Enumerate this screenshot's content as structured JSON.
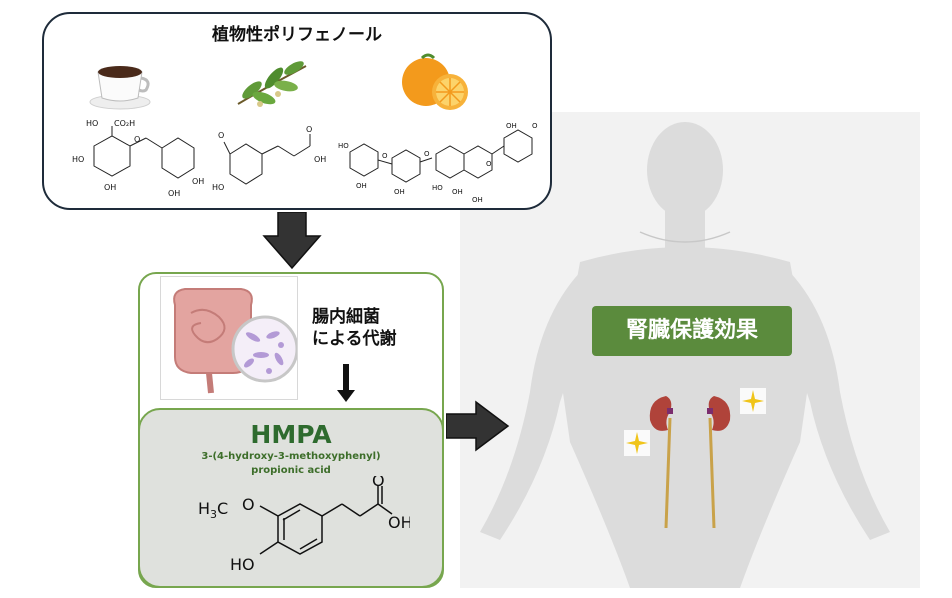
{
  "sources": {
    "title": "植物性ポリフェノール",
    "items": [
      {
        "name": "coffee",
        "icon": "coffee-cup-icon",
        "structure_labels": [
          "HO",
          "CO₂H",
          "O",
          "HO",
          "OH",
          "OH",
          "OH"
        ]
      },
      {
        "name": "tea-leaves",
        "icon": "leaf-branch-icon",
        "structure_labels": [
          "O",
          "HO",
          "OH",
          "O"
        ]
      },
      {
        "name": "orange",
        "icon": "orange-fruit-icon",
        "structure_labels": [
          "HO",
          "OH",
          "O",
          "OH",
          "O",
          "O",
          "OH",
          "HO",
          "OH",
          "OH",
          "O"
        ]
      }
    ]
  },
  "metabolism": {
    "label_line1": "腸内細菌",
    "label_line2": "による代謝"
  },
  "product": {
    "name": "HMPA",
    "fullname_line1": "3-(4-hydroxy-3-methoxyphenyl)",
    "fullname_line2": "propionic acid",
    "structure": {
      "methoxy": "H3C",
      "o_bridge": "O",
      "hydroxyl": "HO",
      "carbonyl_o": "O",
      "acid_oh": "OH"
    }
  },
  "effect": {
    "label": "腎臓保護効果"
  },
  "colors": {
    "dark_border": "#1e2b3a",
    "green_border": "#77a64e",
    "hmpa_fill": "#dfe1dd",
    "hmpa_text": "#2e6b2e",
    "badge": "#5b8b3d",
    "arrow": "#333333",
    "kidney": "#b0433a"
  }
}
